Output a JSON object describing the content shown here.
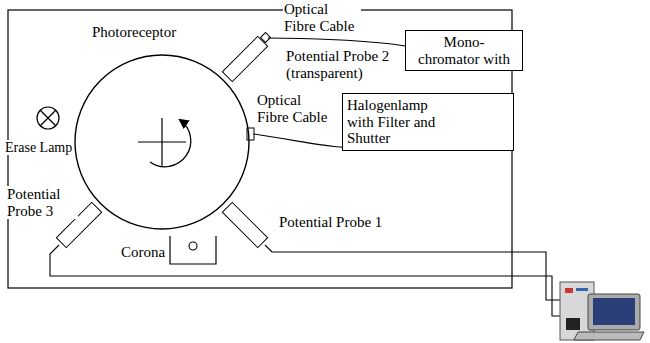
{
  "diagram": {
    "nodes": [
      {
        "text": [
          "Photoreceptor"
        ]
      },
      {
        "text": [
          "Mono- chromator with"
        ]
      },
      {
        "text": [
          "Halogenlamp with Filter and Shutter"
        ]
      }
    ],
    "edges": [
      {
        "from": 0,
        "to": 2,
        "arrow": "none"
      }
    ],
    "labels": [
      "Optical Fibre Cable",
      "Potential Probe 2 (transparent)",
      "Optical Fibre Cable",
      "Erase Lamp",
      "Corona",
      "Potential Probe 1",
      "Potential Probe 3"
    ]
  }
}
